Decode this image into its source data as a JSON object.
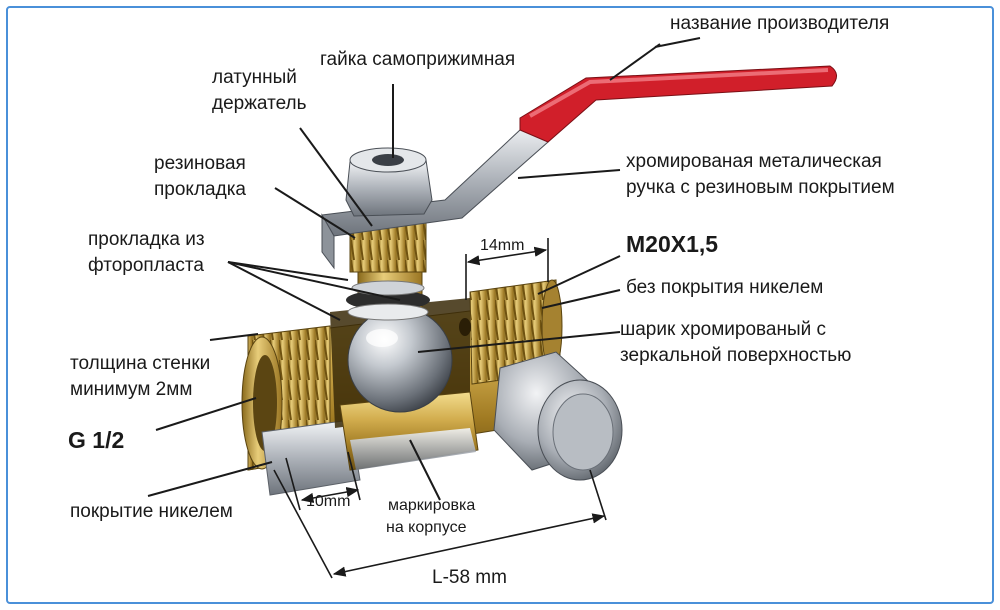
{
  "labels": {
    "manufacturer": "название производителя",
    "nut": "гайка самоприжимная",
    "brass_holder_1": "латунный",
    "brass_holder_2": "держатель",
    "rubber_gasket_1": "резиновая",
    "rubber_gasket_2": "прокладка",
    "ptfe_gasket_1": "прокладка из",
    "ptfe_gasket_2": "фторопласта",
    "handle_1": "хромированая металическая",
    "handle_2": "ручка с резиновым покрытием",
    "thread_m": "M20X1,5",
    "no_nickel": "без покрытия никелем",
    "ball_1": "шарик хромированый с",
    "ball_2": "зеркальной поверхностью",
    "wall_1": "толщина стенки",
    "wall_2": "минимум 2мм",
    "thread_g": "G 1/2",
    "nickel": "покрытие никелем",
    "marking_1": "маркировка",
    "marking_2": "на корпусе",
    "dim_14": "14mm",
    "dim_10": "10mm",
    "dim_58": "L-58 mm"
  },
  "colors": {
    "frame": "#4a90d9",
    "handle_red": "#d11f2a",
    "brass": "#c9a64a",
    "chrome": "#c8ccd2"
  }
}
